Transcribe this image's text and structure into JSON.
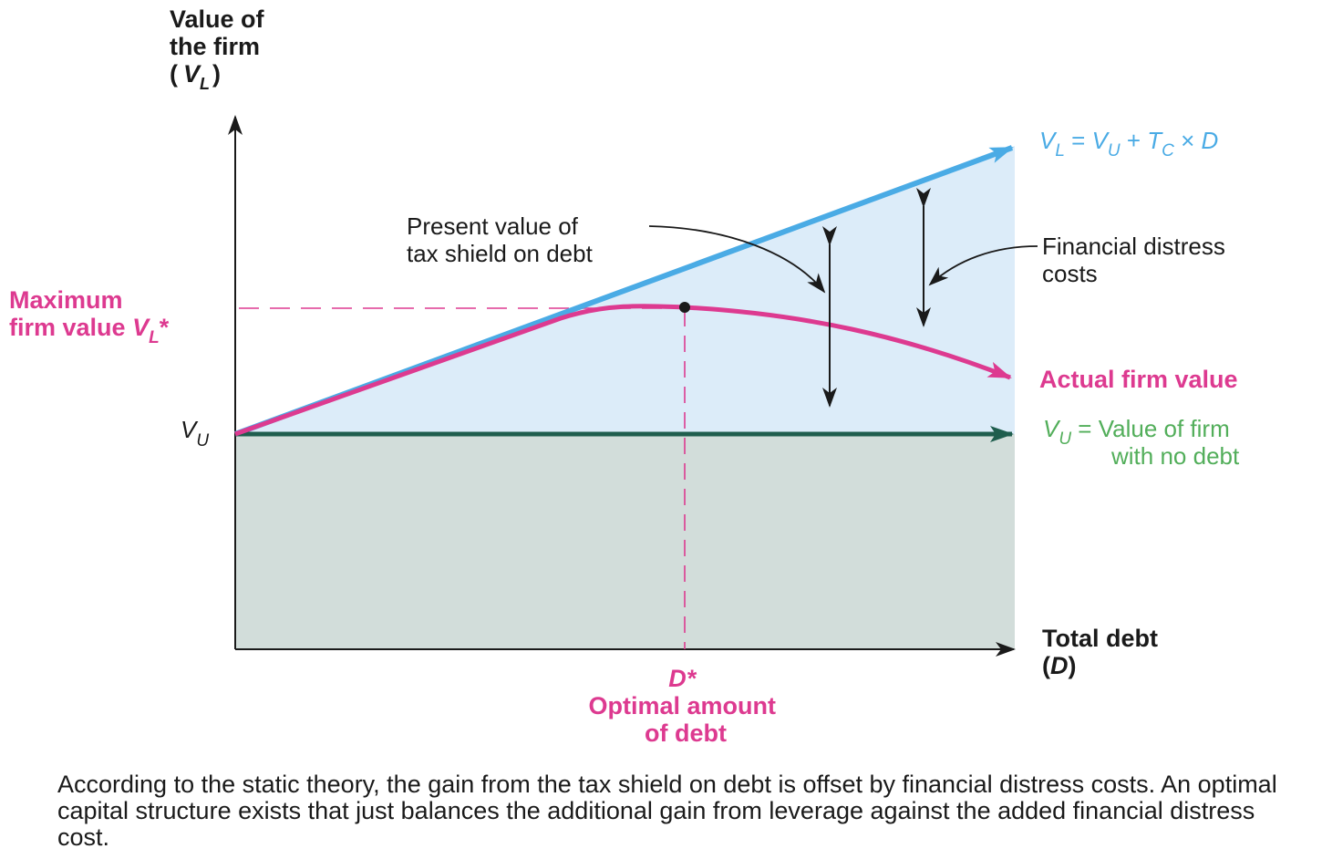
{
  "colors": {
    "blue_line": "#4aabe5",
    "blue_fill": "#dcecf9",
    "grey_fill": "#d2ddda",
    "green_line": "#1f5e4e",
    "magenta": "#dd3a90",
    "green_text": "#52ae5a",
    "dark": "#1a1a1a"
  },
  "y_axis_label": [
    "Value of",
    "the firm",
    "("
  ],
  "y_axis_label_symbol": "V",
  "y_axis_label_sub": "L",
  "y_axis_label_close": ")",
  "x_axis_label": [
    "Total debt",
    "("
  ],
  "x_axis_label_symbol": "D",
  "x_axis_label_close": ")",
  "vu_tick": {
    "symbol": "V",
    "sub": "U"
  },
  "max_value_label": {
    "line1": "Maximum",
    "line2": "firm value ",
    "symbol": "V",
    "sub": "L",
    "star": "*"
  },
  "dstar_label": {
    "symbol": "D",
    "star": "*",
    "line2": "Optimal amount",
    "line3": "of debt"
  },
  "formula": {
    "v1": "V",
    "s1": "L",
    "eq": " = ",
    "v2": "V",
    "s2": "U",
    "plus": " + ",
    "t": "T",
    "s3": "C",
    "times": " × ",
    "d": "D"
  },
  "tax_shield_label": [
    "Present value of",
    "tax shield on debt"
  ],
  "distress_label": [
    "Financial distress",
    "costs"
  ],
  "actual_label": "Actual firm value",
  "vu_legend": {
    "symbol": "V",
    "sub": "U",
    "text1": " = Value of firm",
    "text2": "with no debt"
  },
  "caption": "According to the static theory, the gain from the tax shield on debt is offset by financial distress costs. An optimal capital structure exists that just balances the additional gain from leverage against the added financial distress cost."
}
